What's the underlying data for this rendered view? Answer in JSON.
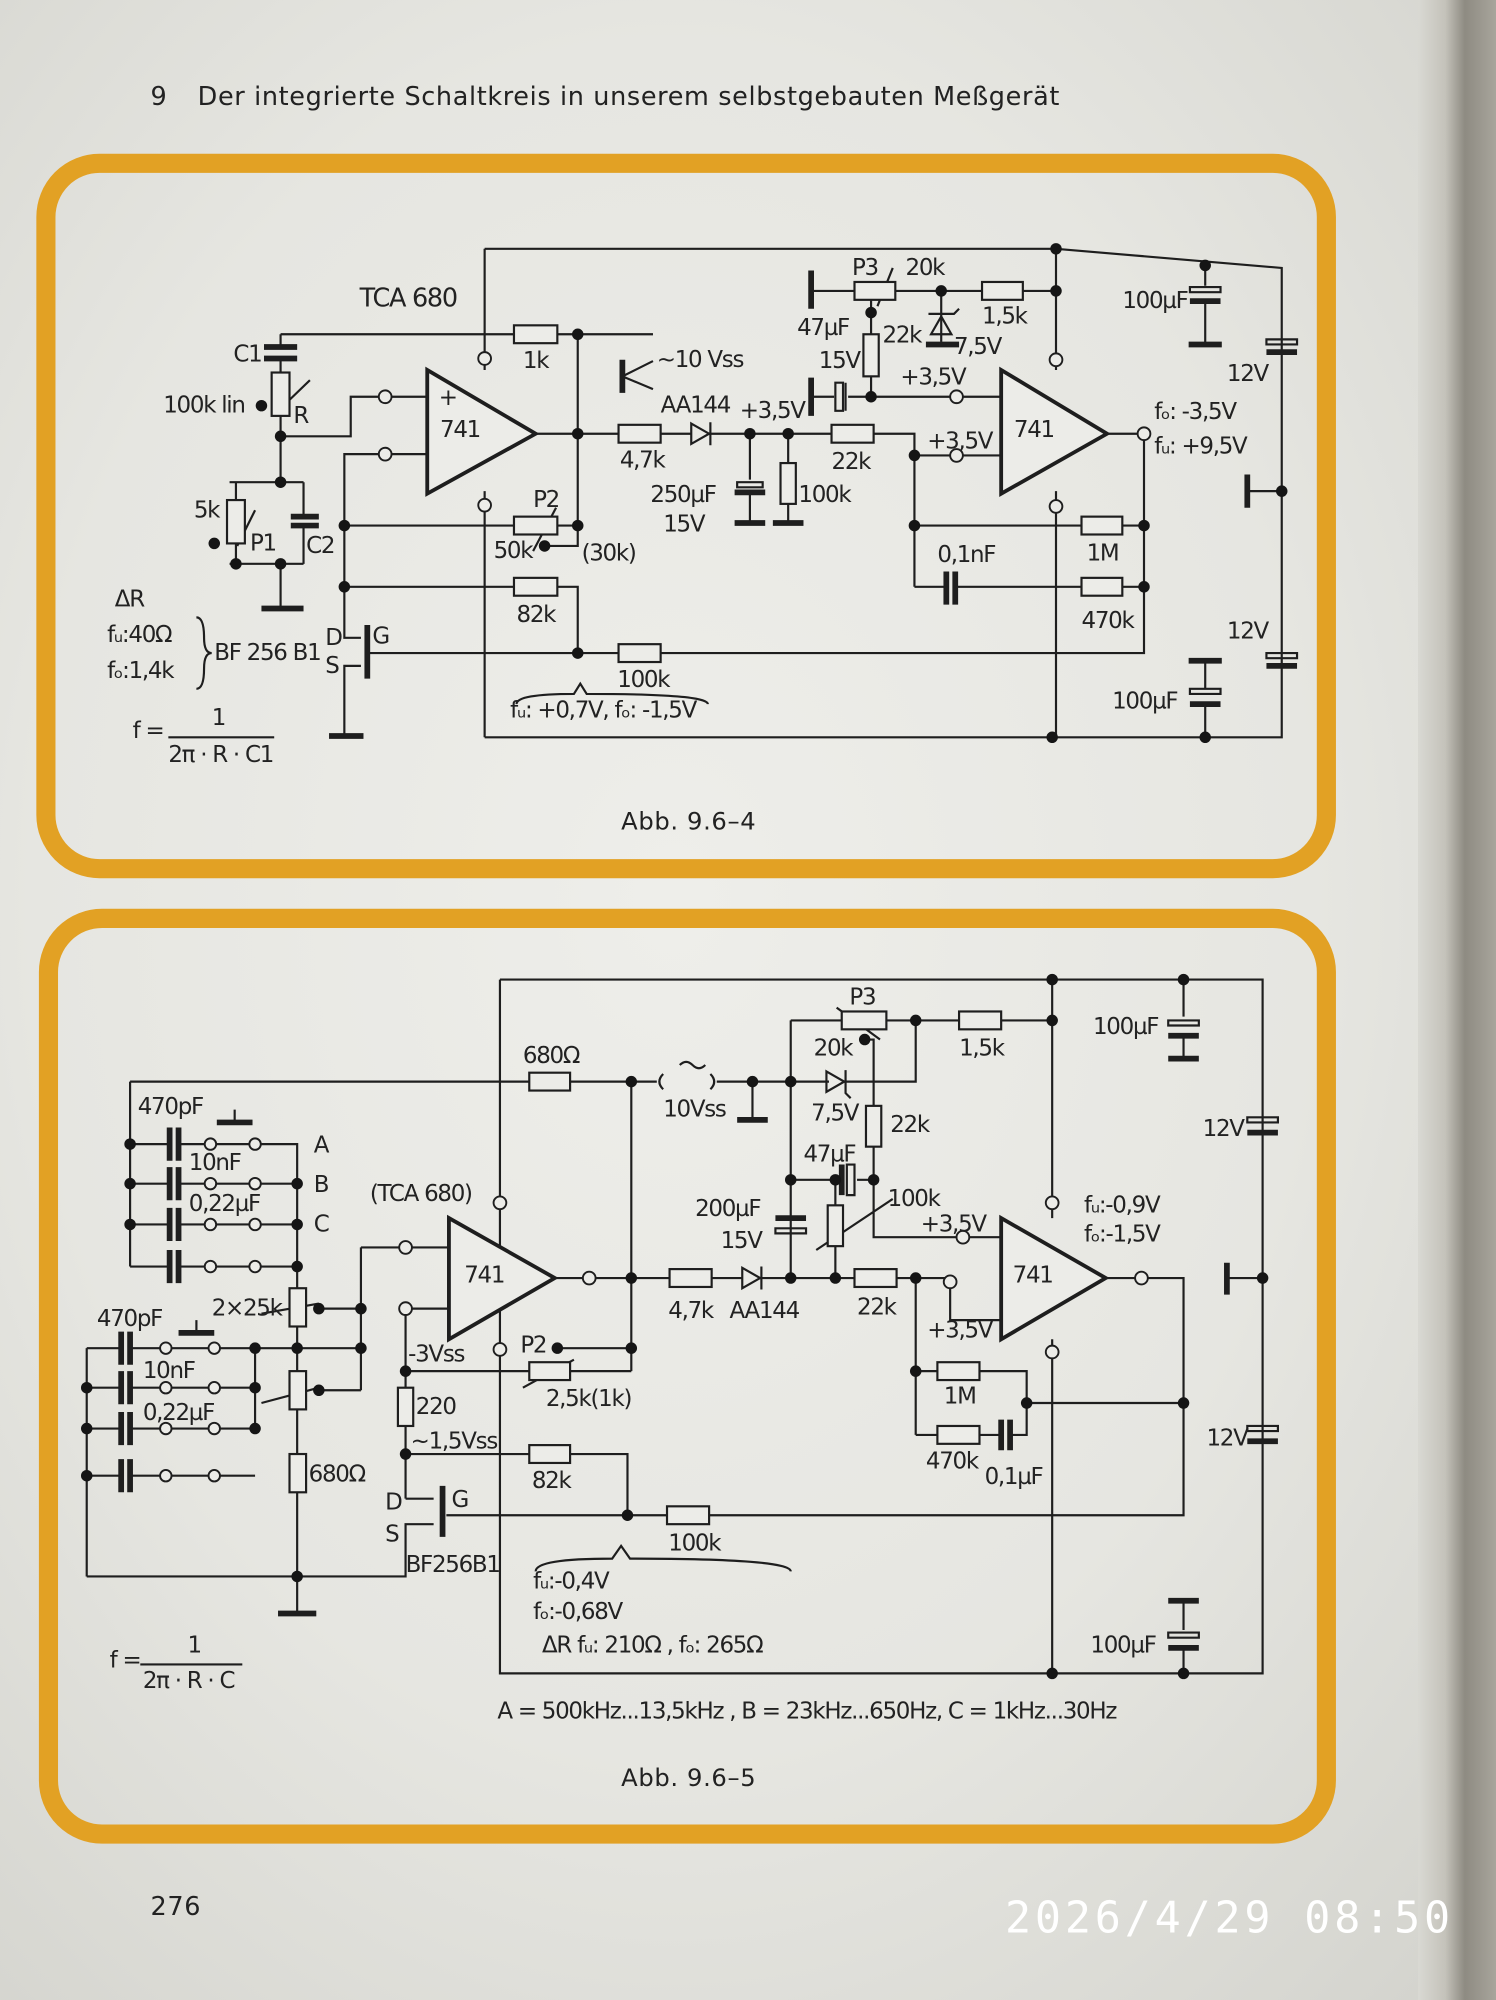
{
  "page": {
    "chapter_number": "9",
    "chapter_heading": "Der integrierte Schaltkreis in unserem selbstgebauten Meßgerät",
    "page_number": "276",
    "photo_timestamp": "2026/4/29  08:50"
  },
  "colors": {
    "frame": "#e2a124",
    "paper": "#e8e8e3",
    "ink": "#1e1e1e"
  },
  "figure1": {
    "caption": "Abb. 9.6–4",
    "labels": {
      "tca": "TCA 680",
      "c1": "C1",
      "r_pot": "100k lin",
      "r": "R",
      "p1_value": "5k",
      "p1": "P1",
      "c2": "C2",
      "opamp1": "741",
      "opamp2": "741",
      "r_1k": "1k",
      "vss": "~10 Vss",
      "diode": "AA144",
      "v35_a": "+3,5V",
      "r_4k7": "4,7k",
      "c250": "250µF",
      "c250_v": "15V",
      "r_100k_shunt": "100k",
      "r_22k": "22k",
      "v35_minus": "+3,5V",
      "p2": "P2",
      "p2_value": "50k",
      "p2_alt": "(30k)",
      "r_82k": "82k",
      "r_100k": "100k",
      "fet_d": "D",
      "fet_s": "S",
      "fet_g": "G",
      "fet": "BF 256 B1",
      "dr": "ΔR",
      "dr_fu": "fᵤ:40Ω",
      "dr_fo": "fₒ:1,4k",
      "gate_v": "fᵤ: +0,7V, fₒ: -1,5V",
      "formula_lhs": "f =",
      "formula_num": "1",
      "formula_den": "2π · R · C1",
      "p3": "P3",
      "p3_value": "20k",
      "c47": "47µF",
      "c47_v": "15V",
      "r_22k_v": "22k",
      "zener": "7,5V",
      "r_1k5": "1,5k",
      "v35_plus": "+3,5V",
      "cap_top": "100µF",
      "bat_top": "12V",
      "out_fo": "fₒ: -3,5V",
      "out_fu": "fᵤ: +9,5V",
      "c_01nf": "0,1nF",
      "r_1m": "1M",
      "r_470k": "470k",
      "bat_bottom": "12V",
      "cap_bottom": "100µF"
    }
  },
  "figure2": {
    "caption": "Abb. 9.6–5",
    "ranges": "A = 500kHz...13,5kHz , B = 23kHz...650Hz, C = 1kHz...30Hz",
    "labels": {
      "c470_a": "470pF",
      "c10n_a": "10nF",
      "c022_a": "0,22µF",
      "sw_a": "A",
      "sw_b": "B",
      "sw_c": "C",
      "c470_b": "470pF",
      "c10n_b": "10nF",
      "c022_b": "0,22µF",
      "pot": "2×25k",
      "r680_left": "680Ω",
      "tca": "(TCA 680)",
      "opamp1": "741",
      "opamp2": "741",
      "r680_top": "680Ω",
      "ac": "~",
      "vss": "10Vss",
      "v3": "-3Vss",
      "p2": "P2",
      "p2_value": "2,5k(1k)",
      "r220": "220",
      "v15": "~1,5Vss",
      "r_82k": "82k",
      "fet_d": "D",
      "fet_s": "S",
      "fet_g": "G",
      "fet": "BF256B1",
      "r_100k": "100k",
      "fu": "fᵤ:-0,4V",
      "fo": "fₒ:-0,68V",
      "dr": "ΔR fᵤ: 210Ω , fₒ: 265Ω",
      "formula_lhs": "f =",
      "formula_num": "1",
      "formula_den": "2π · R · C",
      "r_4k7": "4,7k",
      "diode": "AA144",
      "c200": "200µF",
      "c200_v": "15V",
      "p3": "P3",
      "p3_value": "20k",
      "zener": "7,5V",
      "r_22k_v": "22k",
      "c47": "47µF",
      "r_100k_pot": "100k",
      "v35_plus": "+3,5V",
      "r_22k": "22k",
      "v35_minus": "+3,5V",
      "r_1k5": "1,5k",
      "r_1m": "1M",
      "r_470k": "470k",
      "c01": "0,1µF",
      "out_fu": "fᵤ:-0,9V",
      "out_fo": "fₒ:-1,5V",
      "cap_top": "100µF",
      "bat_top": "12V",
      "bat_bottom": "12V",
      "cap_bottom": "100µF"
    }
  }
}
